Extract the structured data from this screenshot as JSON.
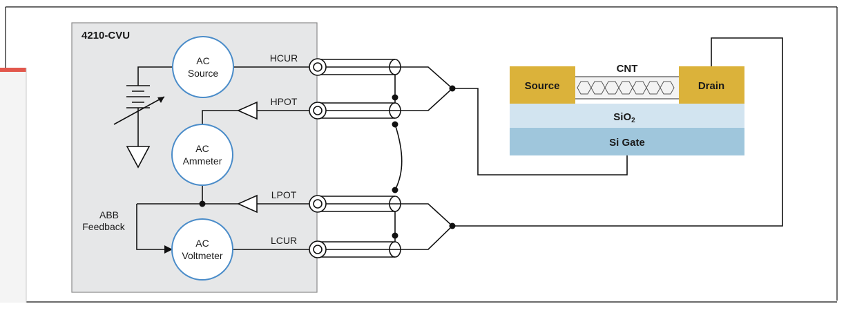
{
  "instrument": {
    "name": "4210-CVU",
    "ac_source": [
      "AC",
      "Source"
    ],
    "ac_ammeter": [
      "AC",
      "Ammeter"
    ],
    "ac_voltmeter": [
      "AC",
      "Voltmeter"
    ],
    "feedback_label": [
      "ABB",
      "Feedback"
    ]
  },
  "terminals": {
    "hcur": "HCUR",
    "hpot": "HPOT",
    "lpot": "LPOT",
    "lcur": "LCUR"
  },
  "device": {
    "cnt": "CNT",
    "source": "Source",
    "drain": "Drain",
    "oxide": "SiO",
    "oxide_subscript": "2",
    "gate": "Si Gate"
  },
  "colors": {
    "panel_fill": "#e6e7e8",
    "panel_stroke": "#8a8a8a",
    "circle_stroke": "#4a8cc9",
    "electrode": "#dbb23a",
    "oxide": "#d2e4f0",
    "gate": "#9fc6dc",
    "wire": "#111111"
  },
  "icons": [
    "battery-variable-icon",
    "ground-icon",
    "amplifier-triangle-icon",
    "coax-connector-icon"
  ]
}
